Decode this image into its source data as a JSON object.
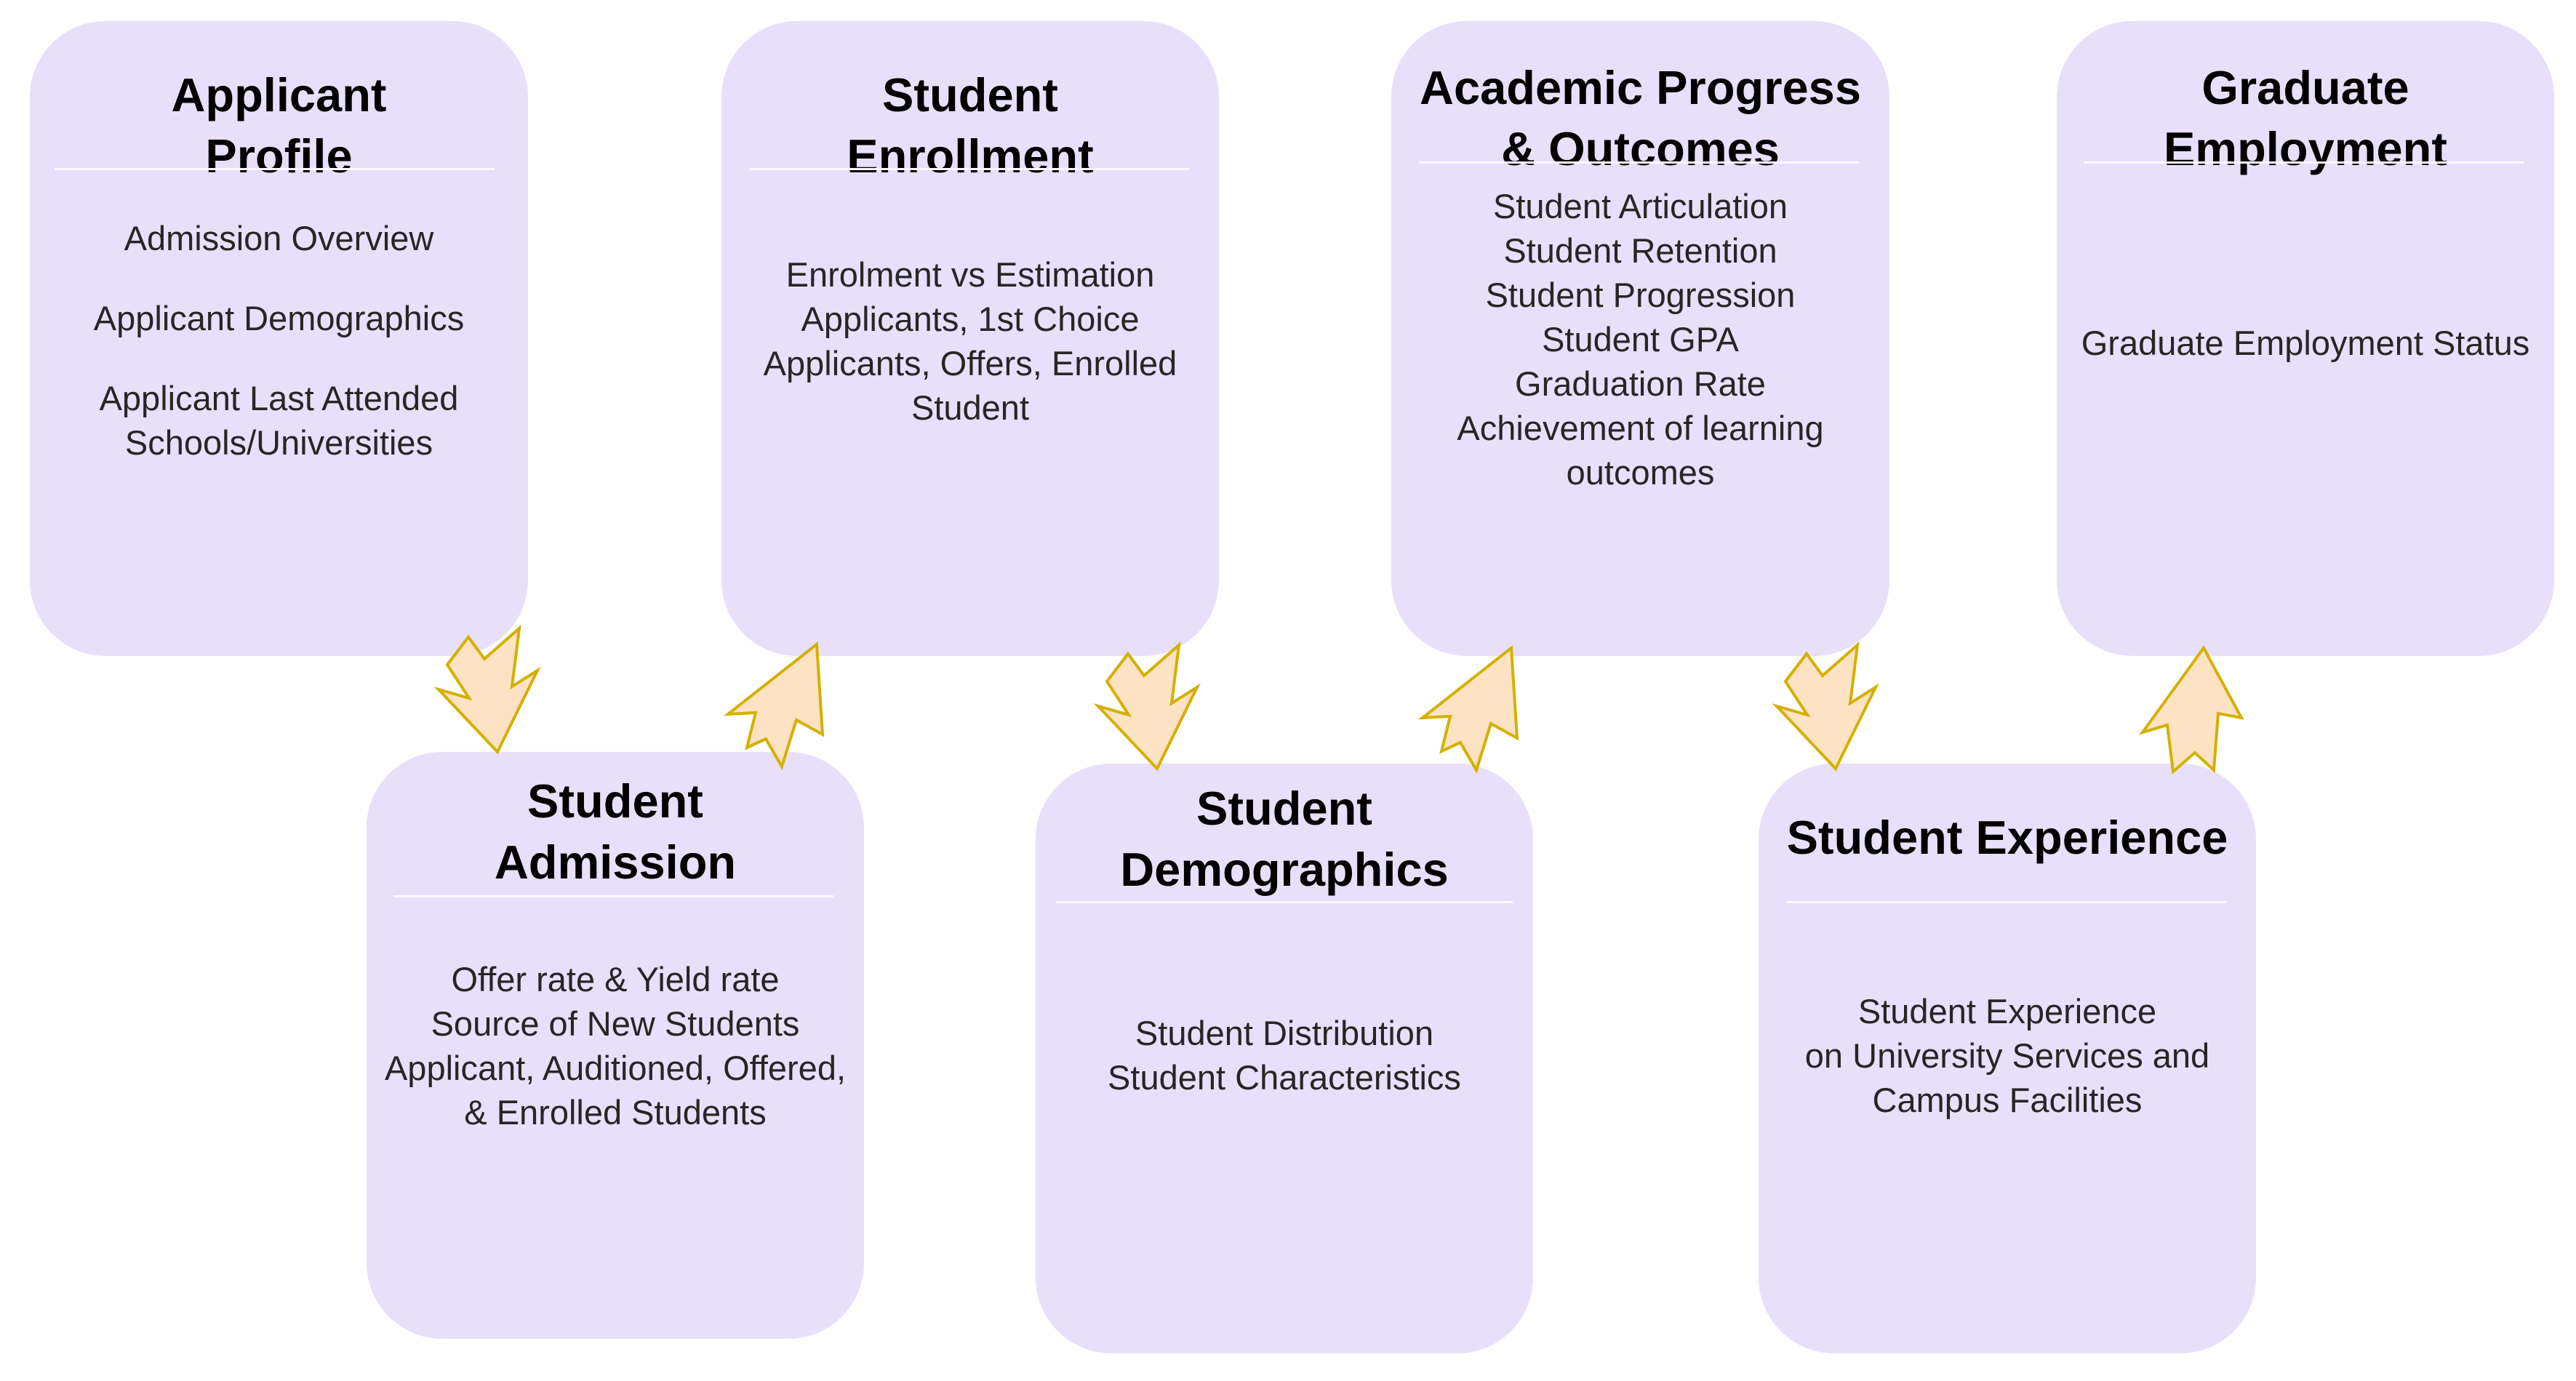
{
  "colors": {
    "card_fill": "#e8e0fb",
    "arrow_fill": "#fde3c3",
    "arrow_stroke": "#d4b000",
    "title_text": "#000000",
    "body_text": "#262626"
  },
  "cards": {
    "applicant_profile": {
      "title": "Applicant\nProfile",
      "items": [
        "Admission Overview",
        "Applicant Demographics",
        "Applicant Last Attended\n    Schools/Universities"
      ]
    },
    "student_admission": {
      "title": "Student\nAdmission",
      "items": [
        "Offer rate & Yield rate",
        "Source of New Students",
        "Applicant, Auditioned, Offered,",
        "& Enrolled Students"
      ]
    },
    "student_enrollment": {
      "title": "Student\nEnrollment",
      "items": [
        "Enrolment vs Estimation",
        "Applicants, 1st Choice",
        "Applicants, Offers, Enrolled",
        "Student"
      ]
    },
    "student_demographics": {
      "title": "Student\nDemographics",
      "items": [
        "Student Distribution",
        "Student Characteristics"
      ]
    },
    "academic_progress": {
      "title": "Academic Progress\n& Outcomes",
      "items": [
        "Student Articulation",
        "Student Retention",
        "Student Progression",
        "Student GPA",
        "Graduation Rate",
        "Achievement of learning",
        "outcomes"
      ]
    },
    "student_experience": {
      "title": "Student Experience",
      "items": [
        "Student Experience",
        "on University Services and",
        "Campus Facilities"
      ]
    },
    "graduate_employment": {
      "title": "Graduate\nEmployment",
      "items": [
        "Graduate Employment Status"
      ]
    }
  },
  "flow_arrows": [
    {
      "from": "Applicant Profile",
      "to": "Student Admission",
      "direction": "down"
    },
    {
      "from": "Student Admission",
      "to": "Student Enrollment",
      "direction": "up"
    },
    {
      "from": "Student Enrollment",
      "to": "Student Demographics",
      "direction": "down"
    },
    {
      "from": "Student Demographics",
      "to": "Academic Progress & Outcomes",
      "direction": "up"
    },
    {
      "from": "Academic Progress & Outcomes",
      "to": "Student Experience",
      "direction": "down"
    },
    {
      "from": "Student Experience",
      "to": "Graduate Employment",
      "direction": "up"
    }
  ]
}
